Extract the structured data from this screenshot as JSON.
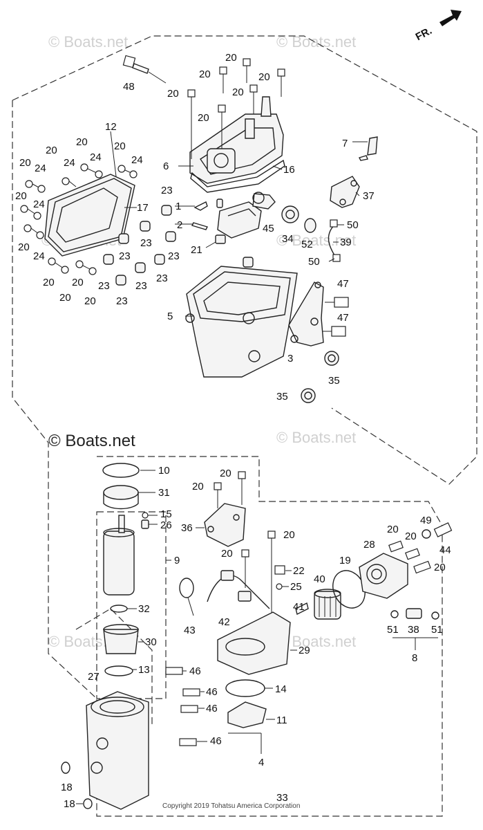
{
  "orientation_label": "FR.",
  "watermark": "© Boats.net",
  "watermark_center": "© Boats.net",
  "copyright": "Copyright 2019 Tohatsu America Corporation",
  "callouts": {
    "c48": "48",
    "c20a": "20",
    "c20b": "20",
    "c20c": "20",
    "c20d": "20",
    "c20e": "20",
    "c20f": "20",
    "c20g": "20",
    "c12": "12",
    "c7": "7",
    "c6": "6",
    "c16": "16",
    "c37": "37",
    "c20h": "20",
    "c20i": "20",
    "c20j": "20",
    "c24a": "24",
    "c24b": "24",
    "c24c": "24",
    "c24d": "24",
    "c20k": "20",
    "c20l": "20",
    "c20m": "20",
    "c20n": "20",
    "c20o": "20",
    "c20p": "20",
    "c17": "17",
    "c24e": "24",
    "c24f": "24",
    "c23a": "23",
    "c23b": "23",
    "c23c": "23",
    "c23d": "23",
    "c23e": "23",
    "c23f": "23",
    "c23g": "23",
    "c23h": "23",
    "c1": "1",
    "c2": "2",
    "c21": "21",
    "c45": "45",
    "c34": "34",
    "c52": "52",
    "c50a": "50",
    "c39": "39",
    "c50b": "50",
    "c5": "5",
    "c47a": "47",
    "c47b": "47",
    "c3": "3",
    "c35a": "35",
    "c35b": "35",
    "c10": "10",
    "c31": "31",
    "c15": "15",
    "c26": "26",
    "c9": "9",
    "c32": "32",
    "c30": "30",
    "c13": "13",
    "c20q": "20",
    "c20r": "20",
    "c36": "36",
    "c20s": "20",
    "c20t": "20",
    "c22": "22",
    "c25": "25",
    "c43": "43",
    "c42": "42",
    "c41": "41",
    "c40": "40",
    "c19": "19",
    "c29": "29",
    "c28": "28",
    "c20u": "20",
    "c20v": "20",
    "c49": "49",
    "c44": "44",
    "c20w": "20",
    "c51a": "51",
    "c38": "38",
    "c51b": "51",
    "c8": "8",
    "c27": "27",
    "c46a": "46",
    "c46b": "46",
    "c46c": "46",
    "c46d": "46",
    "c14": "14",
    "c11": "11",
    "c4": "4",
    "c18a": "18",
    "c18b": "18",
    "c33": "33"
  }
}
